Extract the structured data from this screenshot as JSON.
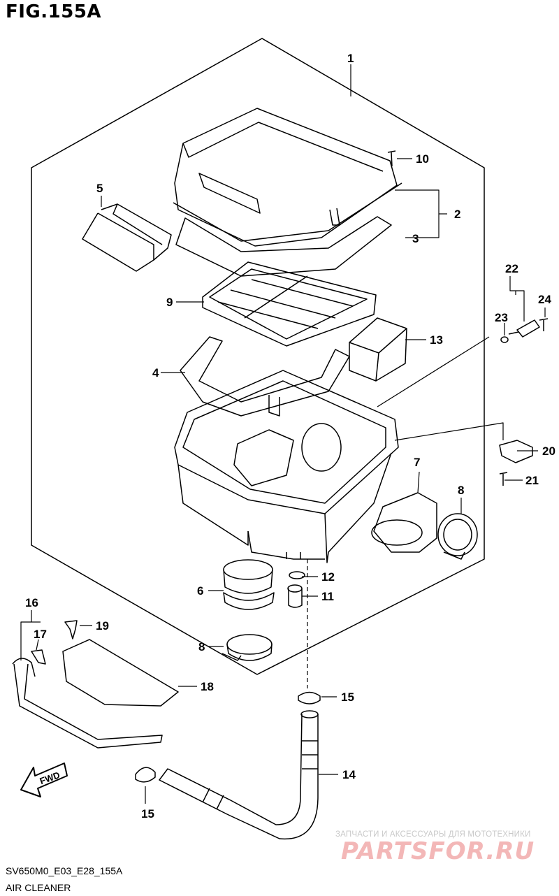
{
  "figure": {
    "title": "FIG.155A",
    "code": "SV650M0_E03_E28_155A",
    "name": "AIR CLEANER",
    "fwd_label": "FWD"
  },
  "watermark": {
    "tagline": "ЗАПЧАСТИ И АКСЕССУАРЫ ДЛЯ МОТОТЕХНИКИ",
    "brand": "PARTSFOR.RU"
  },
  "callouts": {
    "c1": "1",
    "c2": "2",
    "c3": "3",
    "c4": "4",
    "c5": "5",
    "c6": "6",
    "c7": "7",
    "c8a": "8",
    "c8b": "8",
    "c9": "9",
    "c10": "10",
    "c11": "11",
    "c12": "12",
    "c13": "13",
    "c14": "14",
    "c15a": "15",
    "c15b": "15",
    "c16": "16",
    "c17": "17",
    "c18": "18",
    "c19": "19",
    "c20": "20",
    "c21": "21",
    "c22": "22",
    "c23": "23",
    "c24": "24"
  },
  "colors": {
    "line": "#000000",
    "fill": "#ffffff",
    "watermark": "#f3b7b7"
  }
}
